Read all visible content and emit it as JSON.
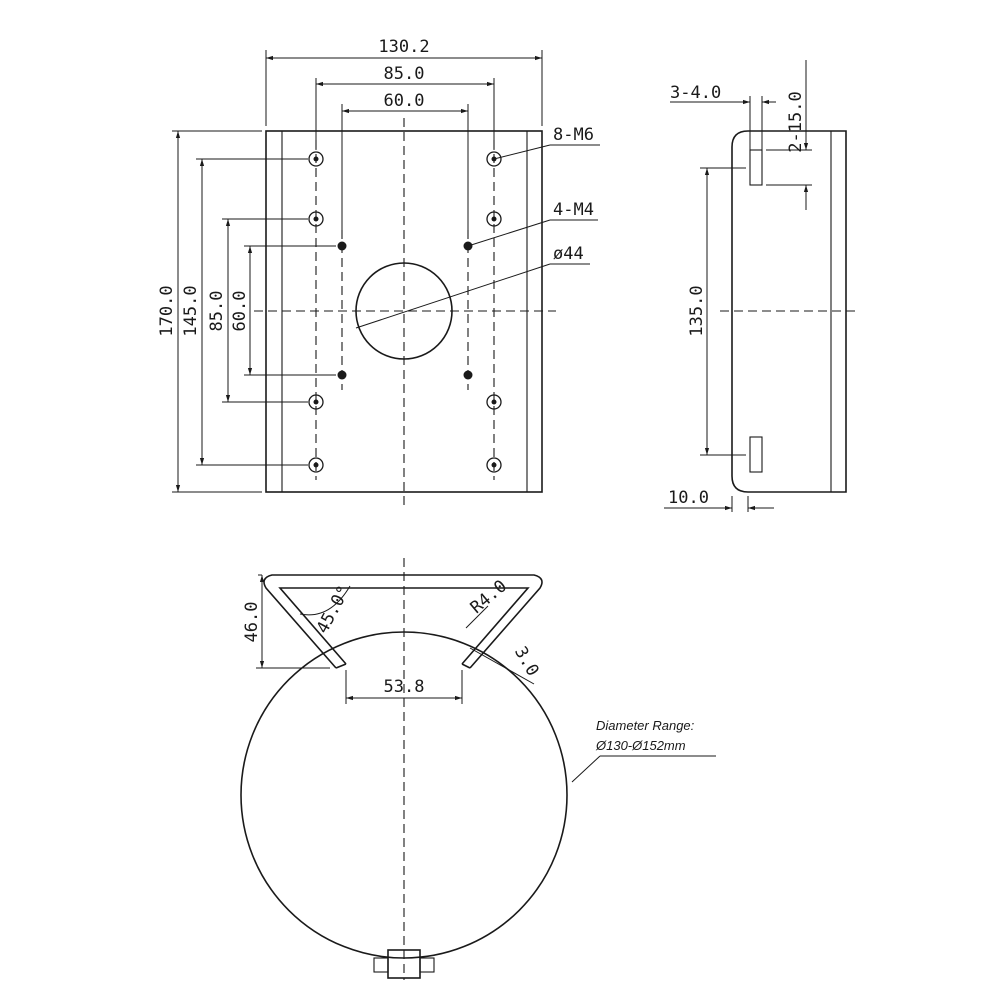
{
  "front_view": {
    "dims": {
      "width_total": "130.2",
      "hole_span_outer": "85.0",
      "hole_span_inner": "60.0",
      "height_total": "170.0",
      "height_outer_holes": "145.0",
      "height_mid_holes": "85.0",
      "height_inner_holes": "60.0"
    },
    "callouts": {
      "m6_holes": "8-M6",
      "m4_holes": "4-M4",
      "center_hole": "ø44"
    }
  },
  "side_view": {
    "dims": {
      "slot_width": "3-4.0",
      "slot_length": "2-15.0",
      "slot_span": "135.0",
      "flange": "10.0"
    }
  },
  "bottom_view": {
    "dims": {
      "height": "46.0",
      "angle": "45.0°",
      "radius": "R4.0",
      "thickness": "3.0",
      "gap": "53.8"
    },
    "note": {
      "line1": "Diameter Range:",
      "line2": "Ø130-Ø152mm"
    }
  }
}
